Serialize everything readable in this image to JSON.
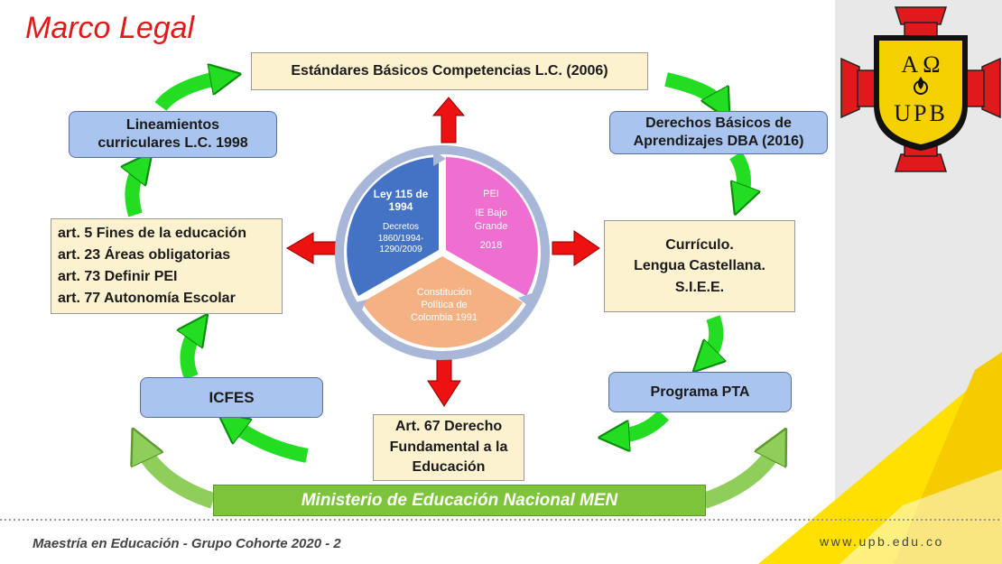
{
  "slide": {
    "title": "Marco Legal",
    "footer_left": "Maestría en Educación - Grupo Cohorte 2020 - 2",
    "footer_right": "www.upb.edu.co"
  },
  "logo": {
    "line1": "Α Ω",
    "line2": "UPB"
  },
  "boxes": {
    "estandares": "Estándares Básicos Competencias L.C. (2006)",
    "lineamientos": [
      "Lineamientos",
      "curriculares L.C. 1998"
    ],
    "dba": [
      "Derechos Básicos de",
      "Aprendizajes DBA (2016)"
    ],
    "articulos": [
      "art. 5 Fines de la educación",
      "art. 23 Áreas obligatorias",
      "art. 73 Definir PEI",
      "art. 77 Autonomía Escolar"
    ],
    "curriculo": [
      "Currículo.",
      "Lengua Castellana.",
      "S.I.E.E."
    ],
    "icfes": "ICFES",
    "pta": "Programa PTA",
    "art67": [
      "Art. 67 Derecho",
      "Fundamental a la",
      "Educación"
    ],
    "men": "Ministerio de Educación Nacional MEN"
  },
  "center": {
    "ley_title": [
      "Ley 115 de",
      "1994"
    ],
    "ley_decretos": [
      "Decretos",
      "1860/1994-",
      "1290/2009"
    ],
    "pei": [
      "PEI",
      "IE Bajo",
      "Grande",
      "2018"
    ],
    "constitucion": [
      "Constitución",
      "Política de",
      "Colombia 1991"
    ]
  },
  "colors": {
    "title_red": "#e01a1a",
    "cream": "#fdf2d0",
    "blue_box": "#a9c4ee",
    "green_arrow": "#22dd22",
    "red_arrow": "#ee1111",
    "segment_blue": "#4472c4",
    "segment_pink": "#ee6fd0",
    "segment_peach": "#f4b183",
    "men_green": "#7dc43a",
    "yellow": "#ffe000"
  }
}
